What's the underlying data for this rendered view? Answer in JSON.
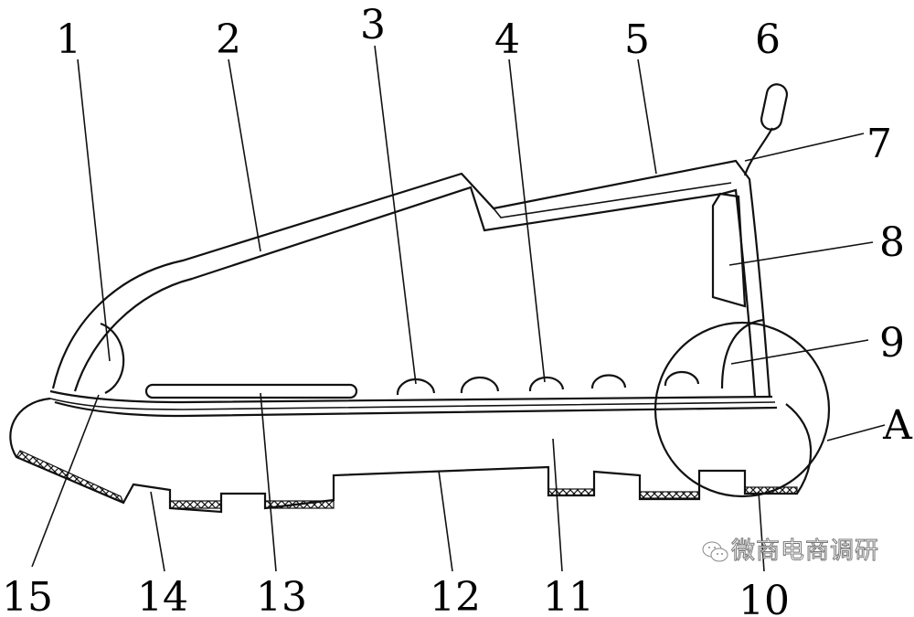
{
  "figure": {
    "labels": [
      "1",
      "2",
      "3",
      "4",
      "5",
      "6",
      "7",
      "8",
      "9",
      "A",
      "10",
      "11",
      "12",
      "13",
      "14",
      "15"
    ]
  },
  "watermark": {
    "text": "微商电商调研",
    "icon": "wechat-icon"
  }
}
